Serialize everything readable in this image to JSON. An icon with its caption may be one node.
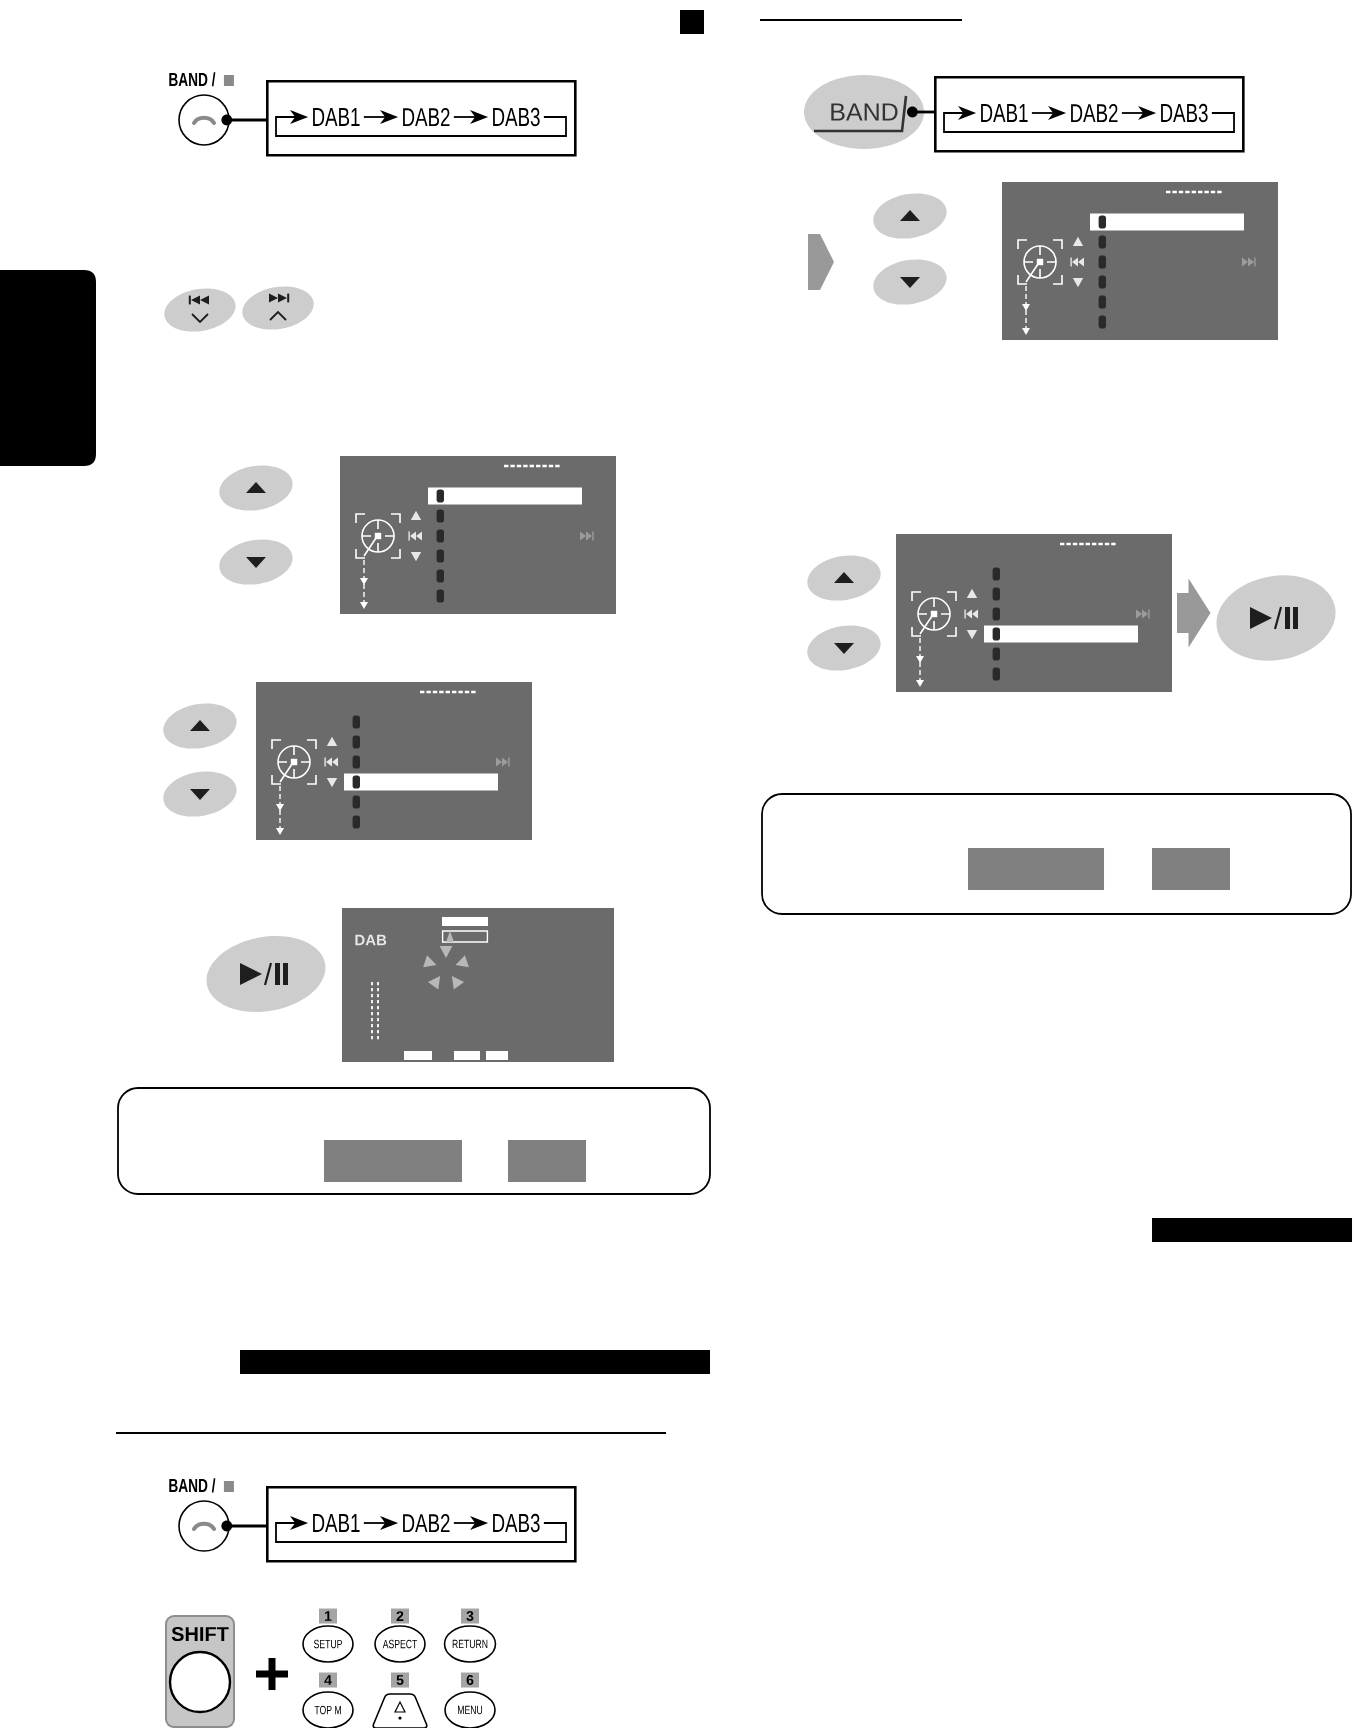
{
  "diagram": {
    "nodes": [
      {
        "text": [
          "BAND /"
        ]
      },
      {
        "text": [],
        "shape": "box"
      },
      {
        "text": [
          "DAB1"
        ],
        "in": 1
      },
      {
        "text": [
          "DAB2"
        ],
        "in": 1
      },
      {
        "text": [
          "DAB3"
        ],
        "in": 1
      },
      {
        "text": [],
        "shape": "box"
      },
      {
        "text": [],
        "shape": "ellipse"
      },
      {
        "text": [
          "BAND /"
        ]
      },
      {
        "text": [],
        "shape": "box"
      },
      {
        "text": [
          "DAB1"
        ],
        "in": 8
      },
      {
        "text": [
          "DAB2"
        ],
        "in": 8
      },
      {
        "text": [
          "DAB3"
        ],
        "in": 8
      },
      {
        "text": [
          "BAND"
        ]
      },
      {
        "text": [],
        "shape": "box"
      },
      {
        "text": [
          "DAB1"
        ],
        "in": 13
      },
      {
        "text": [
          "DAB2"
        ],
        "in": 13
      },
      {
        "text": [
          "DAB3"
        ],
        "in": 13
      },
      {
        "text": [],
        "shape": "picture"
      },
      {
        "text": [],
        "shape": "ellipse"
      }
    ],
    "edges": [
      {
        "from": 0,
        "to": 1,
        "arrow": "none"
      },
      {
        "from": 2,
        "to": 3,
        "arrow": "to"
      },
      {
        "from": 3,
        "to": 4,
        "arrow": "to"
      },
      {
        "from": 4,
        "to": 2,
        "arrow": "to"
      },
      {
        "from": 7,
        "to": 8,
        "arrow": "none"
      },
      {
        "from": 9,
        "to": 10,
        "arrow": "to"
      },
      {
        "from": 10,
        "to": 11,
        "arrow": "to"
      },
      {
        "from": 11,
        "to": 9,
        "arrow": "to"
      },
      {
        "from": 12,
        "to": 13,
        "arrow": "none"
      },
      {
        "from": 14,
        "to": 15,
        "arrow": "to"
      },
      {
        "from": 15,
        "to": 16,
        "arrow": "to"
      },
      {
        "from": 16,
        "to": 14,
        "arrow": "to"
      },
      {
        "from": 17,
        "to": 18,
        "arrow": "to",
        "style": "thick",
        "color": "#999999"
      }
    ],
    "labels": [
      "DAB",
      "SHIFT",
      "1",
      "2",
      "3",
      "SETUP",
      "ASPECT",
      "RETURN",
      "4",
      "5",
      "6",
      "TOP M",
      "MENU"
    ]
  }
}
